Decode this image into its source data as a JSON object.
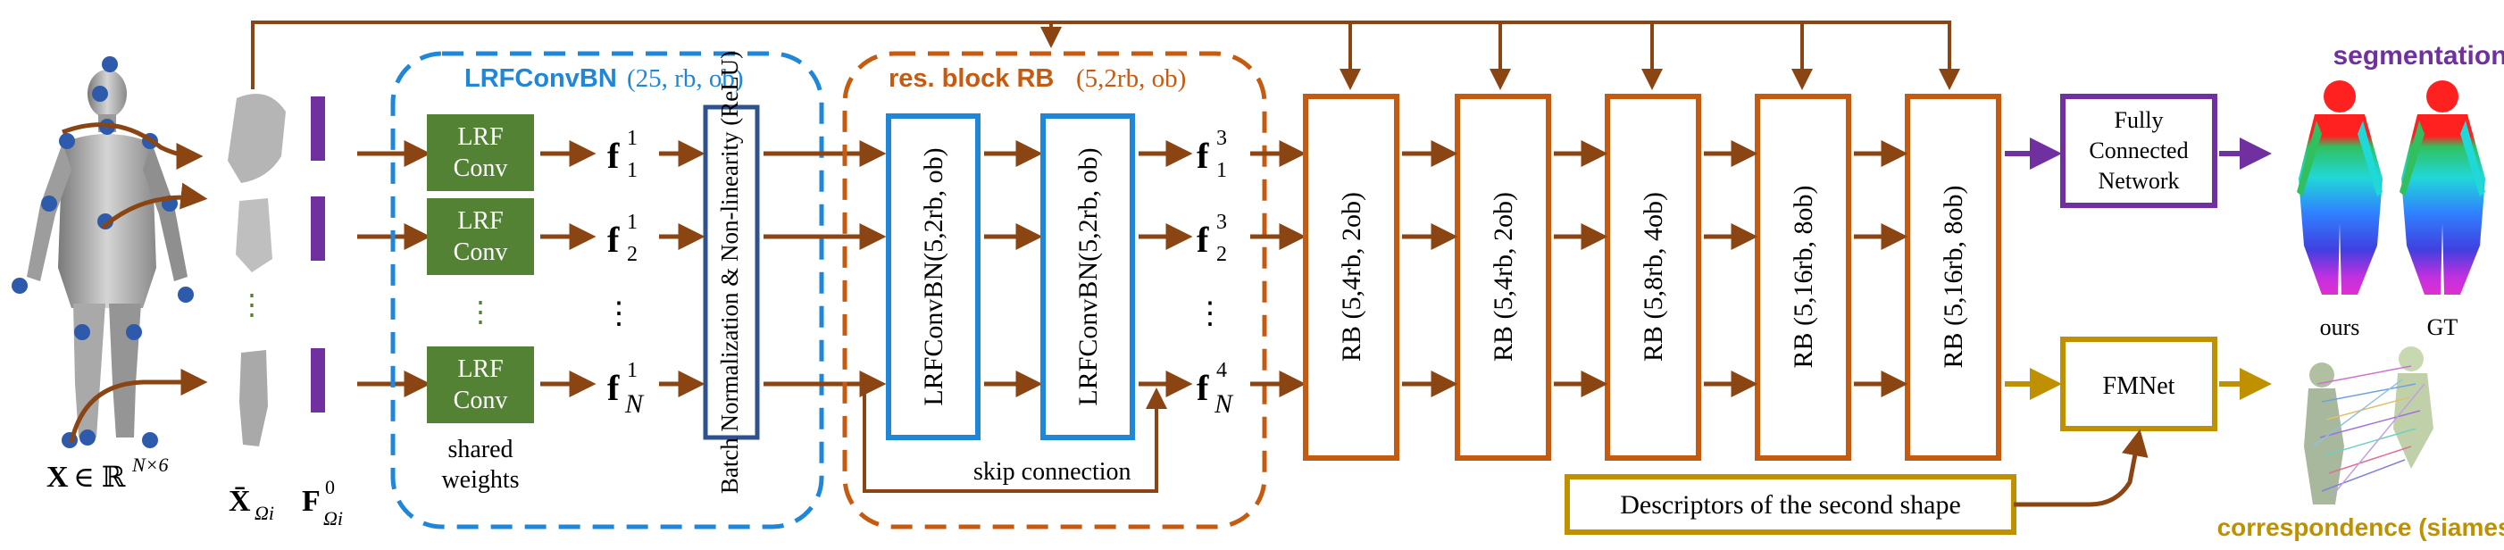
{
  "input": {
    "symbol": "X",
    "set_text": "∈ ℝ",
    "superscript": "N×6",
    "patch_label_main": "X̄",
    "patch_label_sub": "Ωi",
    "feature_label_main": "F",
    "feature_label_sup": "0",
    "feature_label_sub": "Ωi",
    "vertical_dots": "⋮"
  },
  "lrfconvbn": {
    "title": "LRFConvBN",
    "title_args": "(25, rb, ob)",
    "conv_line1": "LRF",
    "conv_line2": "Conv",
    "shared_line1": "shared",
    "shared_line2": "weights",
    "bn_label": "Batch Normalization & Non-linearity (ReLU)",
    "dots": "⋮"
  },
  "features_in": [
    {
      "main": "f",
      "sup": "1",
      "sub": "1"
    },
    {
      "main": "f",
      "sup": "1",
      "sub": "2"
    },
    {
      "main": "f",
      "sup": "1",
      "sub": "N"
    }
  ],
  "resblock": {
    "title": "res. block RB",
    "title_args": "(5,2rb, ob)",
    "inner_label": "LRFConvBN(5,2rb, ob)",
    "skip_label": "skip connection"
  },
  "features_out": [
    {
      "main": "f",
      "sup": "3",
      "sub": "1"
    },
    {
      "main": "f",
      "sup": "3",
      "sub": "2"
    },
    {
      "main": "f",
      "sup": "4",
      "sub": "N"
    }
  ],
  "rb_blocks": [
    {
      "label": "RB (5,4rb, 2ob)"
    },
    {
      "label": "RB (5,4rb, 2ob)"
    },
    {
      "label": "RB (5,8rb, 4ob)"
    },
    {
      "label": "RB (5,16rb, 8ob)"
    },
    {
      "label": "RB (5,16rb, 8ob)"
    }
  ],
  "fcn": {
    "line1": "Fully",
    "line2": "Connected",
    "line3": "Network"
  },
  "fmnet": {
    "label": "FMNet"
  },
  "descriptors": {
    "label": "Descriptors of the second shape"
  },
  "outputs": {
    "segmentation_title": "segmentation",
    "ours_label": "ours",
    "gt_label": "GT",
    "correspondence_title": "correspondence (siamese)"
  },
  "colors": {
    "arrow": "#8B4513",
    "green": "#548235",
    "blue": "#1F86D8",
    "orange": "#C55A11",
    "navy": "#2F528F",
    "purple": "#7030A0",
    "gold": "#BF9000",
    "dot_blue": "#2E5AAC"
  }
}
